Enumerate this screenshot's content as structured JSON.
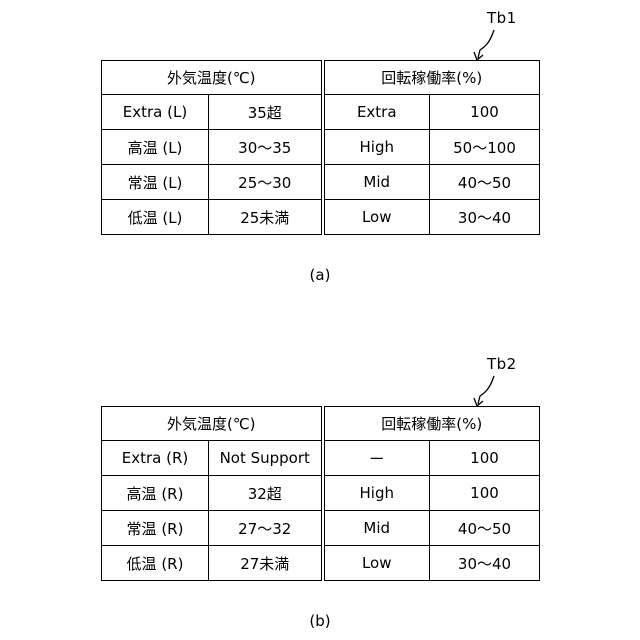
{
  "figure_a": {
    "tag": "Tb1",
    "caption": "(a)",
    "header": {
      "temperature": "外気温度(℃)",
      "operation_rate": "回転稼働率(%)"
    },
    "rows": [
      {
        "temp_label": "Extra (L)",
        "temp_range": "35超",
        "rate_label": "Extra",
        "rate_value": "100"
      },
      {
        "temp_label": "高温 (L)",
        "temp_range": "30～35",
        "rate_label": "High",
        "rate_value": "50～100"
      },
      {
        "temp_label": "常温 (L)",
        "temp_range": "25～30",
        "rate_label": "Mid",
        "rate_value": "40～50"
      },
      {
        "temp_label": "低温 (L)",
        "temp_range": "25未満",
        "rate_label": "Low",
        "rate_value": "30～40"
      }
    ]
  },
  "figure_b": {
    "tag": "Tb2",
    "caption": "(b)",
    "header": {
      "temperature": "外気温度(℃)",
      "operation_rate": "回転稼働率(%)"
    },
    "rows": [
      {
        "temp_label": "Extra (R)",
        "temp_range": "Not Support",
        "rate_label": "ー",
        "rate_value": "100"
      },
      {
        "temp_label": "高温 (R)",
        "temp_range": "32超",
        "rate_label": "High",
        "rate_value": "100"
      },
      {
        "temp_label": "常温 (R)",
        "temp_range": "27～32",
        "rate_label": "Mid",
        "rate_value": "40～50"
      },
      {
        "temp_label": "低温 (R)",
        "temp_range": "27未満",
        "rate_label": "Low",
        "rate_value": "30～40"
      }
    ]
  }
}
